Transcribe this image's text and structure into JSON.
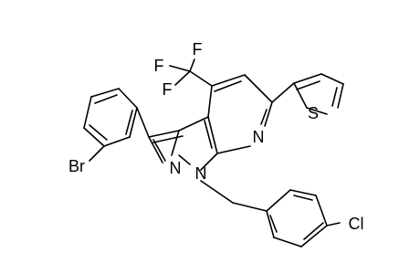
{
  "molecule": {
    "atom_labels": {
      "f1": "F",
      "f2": "F",
      "f3": "F",
      "s": "S",
      "n_pyridine": "N",
      "n_pyrazole_2": "N",
      "n_pyrazole_1": "N",
      "br": "Br",
      "cl": "Cl"
    }
  },
  "colors": {
    "bond": "#000000",
    "text": "#000000",
    "background": "#ffffff"
  }
}
